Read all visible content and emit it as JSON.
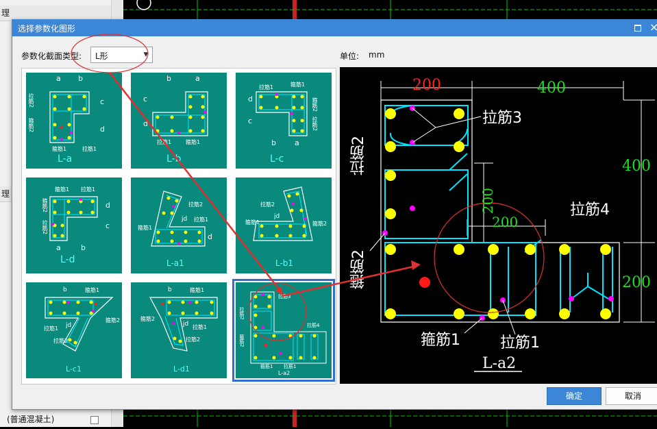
{
  "background": {
    "left_tabs": [
      "理",
      "理"
    ],
    "left_bottom_rows": [
      "(普通混凝土)"
    ]
  },
  "dialog": {
    "title": "选择参数化图形",
    "section_type_label": "参数化截面类型:",
    "section_type_value": "L形",
    "unit_label": "单位:",
    "unit_value": "mm",
    "ok_label": "确定",
    "cancel_label": "取消"
  },
  "thumbnails": [
    {
      "name": "L-a",
      "labels": [
        "a",
        "b",
        "c",
        "d",
        "拉筋2",
        "箍筋2",
        "箍筋1",
        "拉筋1"
      ]
    },
    {
      "name": "L-b",
      "labels": [
        "b",
        "a",
        "c",
        "d",
        "拉筋1",
        "箍筋1"
      ]
    },
    {
      "name": "L-c",
      "labels": [
        "拉筋1",
        "箍筋1",
        "箍筋2",
        "拉筋2",
        "b",
        "a",
        "c",
        "d"
      ]
    },
    {
      "name": "L-d",
      "labels": [
        "箍筋1",
        "拉筋1",
        "箍筋2",
        "拉筋2",
        "a",
        "b",
        "c",
        "d"
      ]
    },
    {
      "name": "L-a1",
      "labels": [
        "拉筋2",
        "jd",
        "拉筋1",
        "箍筋1",
        "d"
      ]
    },
    {
      "name": "L-b1",
      "labels": [
        "拉筋2",
        "jd",
        "箍筋2",
        "箍筋1"
      ]
    },
    {
      "name": "L-c1",
      "labels": [
        "b",
        "箍筋1",
        "jd",
        "拉筋1",
        "箍筋2",
        "拉筋2"
      ]
    },
    {
      "name": "L-d1",
      "labels": [
        "b",
        "箍筋1",
        "箍筋2",
        "jd",
        "拉筋1",
        "拉筋2"
      ]
    },
    {
      "name": "L-a2",
      "labels": [
        "拉筋3",
        "拉筋2",
        "箍筋2",
        "拉筋4",
        "箍筋1",
        "拉筋1"
      ]
    }
  ],
  "selected_thumbnail": "L-a2",
  "preview": {
    "dims_top": [
      "200",
      "400"
    ],
    "dims_right": [
      "400",
      "200"
    ],
    "dims_inner": [
      "200",
      "200"
    ],
    "labels": [
      "拉筋3",
      "拉筋2",
      "箍筋2",
      "拉筋4",
      "箍筋1",
      "拉筋1"
    ],
    "title": "L-a2"
  },
  "colors": {
    "accent": "#3b86d6",
    "thumb_bg": "#0a8a7c",
    "rebar": "#ffff00",
    "stirrup": "#00e5ff",
    "tie_point": "#ff00ff",
    "dim_red": "#ff2020",
    "dim_green": "#22dd22",
    "annotation": "#e03030"
  }
}
